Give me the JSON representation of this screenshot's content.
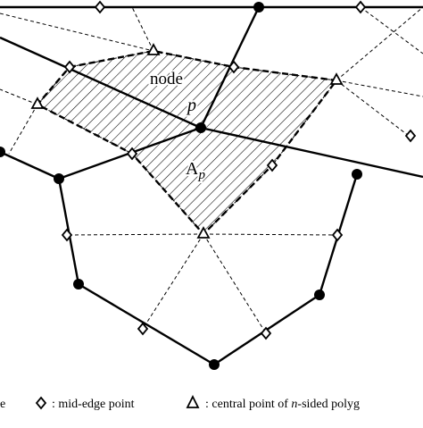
{
  "labels": {
    "node_word": "node",
    "node_symbol": "p",
    "area_symbol": "A",
    "area_subscript": "p"
  },
  "legend": {
    "item1_text": "e",
    "item2_text": ": mid-edge point",
    "item3_prefix": ": central point of ",
    "item3_italic": "n",
    "item3_suffix": "-sided polyg"
  },
  "colors": {
    "ink": "#000000",
    "background": "#ffffff"
  },
  "icons": [
    "filled-circle-node",
    "diamond-mid-edge",
    "triangle-central-point"
  ]
}
